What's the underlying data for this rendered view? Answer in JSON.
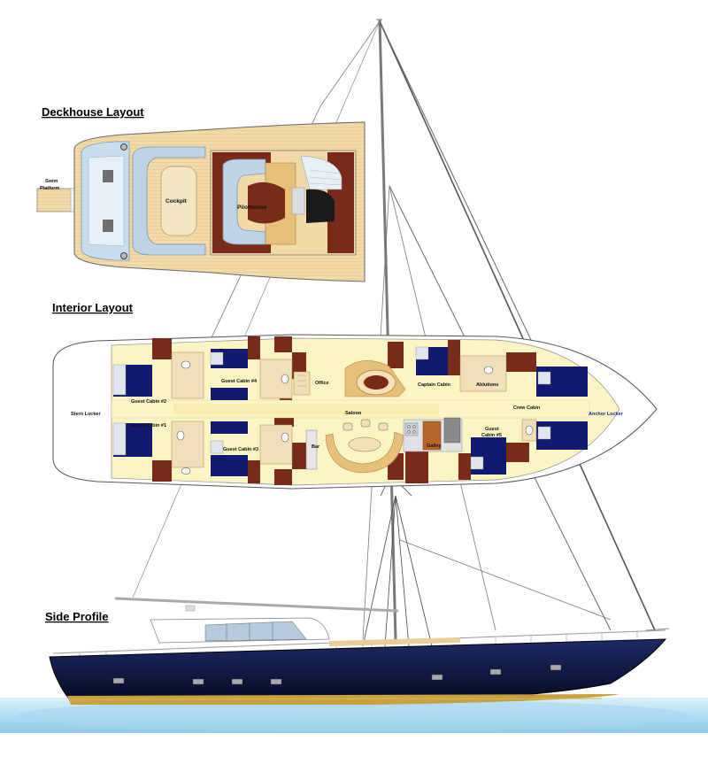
{
  "sections": {
    "deckhouse": "Deckhouse Layout",
    "interior": "Interior Layout",
    "profile": "Side Profile"
  },
  "deckhouse": {
    "swim_platform_line1": "Swim",
    "swim_platform_line2": "Platform",
    "cockpit": "Cockpit",
    "pilothouse": "Pilothouse"
  },
  "interior": {
    "stern_locker": "Stern Locker",
    "guest_cabin_2": "Guest Cabin #2",
    "guest_cabin_1": "Guest Cabin #1",
    "guest_cabin_4": "Guest Cabin #4",
    "guest_cabin_3": "Guest Cabin #3",
    "office": "Office",
    "saloon": "Saloon",
    "bar": "Bar",
    "captain_cabin": "Captain Cabin",
    "ablutions": "Ablutions",
    "crew_cabin": "Crew Cabin",
    "galley": "Galley",
    "guest_cabin_5_line1": "Guest",
    "guest_cabin_5_line2": "Cabin #5",
    "anchor_locker": "Anchor Locker"
  },
  "colors": {
    "hull": "#0c1640",
    "deck_wood": "#f2d9a8",
    "interior_floor": "#fbf5c4",
    "bunk_blue": "#101a70",
    "mahogany": "#7a2a18",
    "seat_blue": "#bfd4e6",
    "water": "#bfe3f4"
  }
}
